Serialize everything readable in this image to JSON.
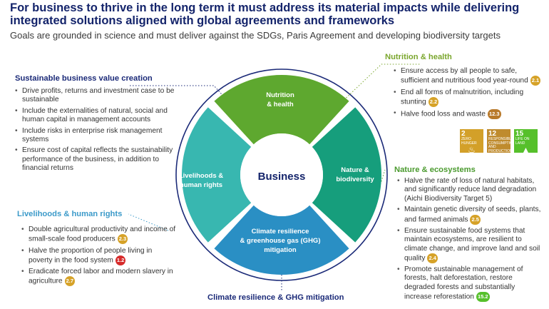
{
  "header": {
    "title": "For business to thrive in the long term it must address its material impacts while delivering integrated solutions aligned with global agreements and frameworks",
    "subtitle": "Goals are grounded in science and must deliver against the SDGs, Paris Agreement and developing biodiversity targets"
  },
  "wheel": {
    "center": "Business",
    "nutrition": [
      "Nutrition",
      "& health"
    ],
    "nature": [
      "Nature &",
      "biodiversity"
    ],
    "livelihoods": [
      "Livelihoods &",
      "human rights"
    ],
    "climate": [
      "Climate resilience",
      "& greenhouse gas (GHG)",
      "mitigation"
    ],
    "colors": {
      "nutrition": "#5ea82f",
      "nature": "#169e7c",
      "livelihoods": "#38b7b0",
      "climate": "#2a8fc4",
      "outer_ring": "#1b2a78"
    }
  },
  "sections": {
    "sustainable": {
      "title": "Sustainable business value creation",
      "items": [
        "Drive profits, returns and investment case to be sustainable",
        "Include the externalities of natural, social and human capital in management accounts",
        "Include risks in enterprise risk management systems",
        "Ensure cost of capital reflects the sustainability performance of the business, in addition to financial returns"
      ]
    },
    "livelihoods": {
      "title": "Livelihoods & human rights",
      "items": [
        {
          "text": "Double agricultural productivity and income of small-scale food producers",
          "badge": "2.3"
        },
        {
          "text": "Halve the proportion of people living in poverty in the food system",
          "badge": "1.2"
        },
        {
          "text": "Eradicate forced labor and modern slavery in agriculture",
          "badge": "2.7"
        }
      ]
    },
    "nutrition": {
      "title": "Nutrition & health",
      "items": [
        {
          "text": "Ensure access by all people to safe, sufficient and nutritious food year-round",
          "badge": "2.1"
        },
        {
          "text": "End all forms of malnutrition, including stunting",
          "badge": "2.2"
        },
        {
          "text": "Halve food loss and waste",
          "badge": "12.3"
        }
      ],
      "sdgs": [
        {
          "num": "2",
          "label": "ZERO HUNGER",
          "color": "#d3a029",
          "icon": "soup-bowl-icon"
        },
        {
          "num": "12",
          "label": "RESPONSIBLE CONSUMPTION AND PRODUCTION",
          "color": "#bf8b2e",
          "icon": "infinity-loop-icon"
        },
        {
          "num": "15",
          "label": "LIFE ON LAND",
          "color": "#56c02b",
          "icon": "tree-icon"
        }
      ]
    },
    "nature": {
      "title": "Nature & ecosystems",
      "items": [
        {
          "text": "Halve the rate of loss of natural habitats, and significantly reduce land degradation (Aichi Biodiversity Target 5)",
          "badge": ""
        },
        {
          "text": "Maintain genetic diversity of seeds, plants, and farmed animals",
          "badge": "2.5"
        },
        {
          "text": "Ensure sustainable food systems that maintain ecosystems, are resilient to climate change, and improve land and soil quality",
          "badge": "2.4"
        },
        {
          "text": "Promote sustainable management of forests, halt deforestation, restore degraded forests and substantially increase reforestation",
          "badge": "15.2"
        }
      ]
    },
    "climate": {
      "title": "Climate resilience & GHG mitigation"
    }
  }
}
